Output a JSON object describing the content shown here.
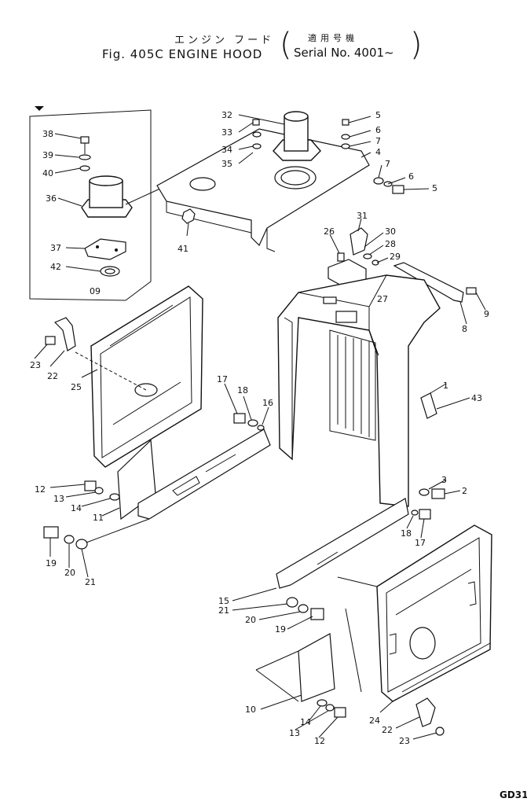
{
  "header": {
    "title_jp": "エンジン フード",
    "title": "Fig. 405C  ENGINE HOOD",
    "serial_jp": "適用号機",
    "serial": "Serial No. 4001~",
    "paren_open": "(",
    "paren_close": ")"
  },
  "footer": {
    "code": "GD31"
  },
  "callouts": [
    {
      "id": "c38",
      "label": "38"
    },
    {
      "id": "c39",
      "label": "39"
    },
    {
      "id": "c40",
      "label": "40"
    },
    {
      "id": "c36",
      "label": "36"
    },
    {
      "id": "c37",
      "label": "37"
    },
    {
      "id": "c42",
      "label": "42"
    },
    {
      "id": "c41",
      "label": "41"
    },
    {
      "id": "c32",
      "label": "32"
    },
    {
      "id": "c33",
      "label": "33"
    },
    {
      "id": "c34",
      "label": "34"
    },
    {
      "id": "c35",
      "label": "35"
    },
    {
      "id": "c5a",
      "label": "5"
    },
    {
      "id": "c6a",
      "label": "6"
    },
    {
      "id": "c7a",
      "label": "7"
    },
    {
      "id": "c4",
      "label": "4"
    },
    {
      "id": "c7b",
      "label": "7"
    },
    {
      "id": "c6b",
      "label": "6"
    },
    {
      "id": "c5b",
      "label": "5"
    },
    {
      "id": "c31",
      "label": "31"
    },
    {
      "id": "c26",
      "label": "26"
    },
    {
      "id": "c30",
      "label": "30"
    },
    {
      "id": "c28",
      "label": "28"
    },
    {
      "id": "c29",
      "label": "29"
    },
    {
      "id": "c27",
      "label": "27"
    },
    {
      "id": "c9",
      "label": "9"
    },
    {
      "id": "c8",
      "label": "8"
    },
    {
      "id": "c23a",
      "label": "23"
    },
    {
      "id": "c22a",
      "label": "22"
    },
    {
      "id": "c25",
      "label": "25"
    },
    {
      "id": "c17a",
      "label": "17"
    },
    {
      "id": "c18a",
      "label": "18"
    },
    {
      "id": "c16",
      "label": "16"
    },
    {
      "id": "c1",
      "label": "1"
    },
    {
      "id": "c43",
      "label": "43"
    },
    {
      "id": "c12a",
      "label": "12"
    },
    {
      "id": "c13a",
      "label": "13"
    },
    {
      "id": "c14a",
      "label": "14"
    },
    {
      "id": "c11",
      "label": "11"
    },
    {
      "id": "c3",
      "label": "3"
    },
    {
      "id": "c2",
      "label": "2"
    },
    {
      "id": "c19a",
      "label": "19"
    },
    {
      "id": "c20a",
      "label": "20"
    },
    {
      "id": "c21a",
      "label": "21"
    },
    {
      "id": "c18b",
      "label": "18"
    },
    {
      "id": "c17b",
      "label": "17"
    },
    {
      "id": "c15",
      "label": "15"
    },
    {
      "id": "c21b",
      "label": "21"
    },
    {
      "id": "c20b",
      "label": "20"
    },
    {
      "id": "c19b",
      "label": "19"
    },
    {
      "id": "c10",
      "label": "10"
    },
    {
      "id": "c14b",
      "label": "14"
    },
    {
      "id": "c13b",
      "label": "13"
    },
    {
      "id": "c12b",
      "label": "12"
    },
    {
      "id": "c24",
      "label": "24"
    },
    {
      "id": "c22b",
      "label": "22"
    },
    {
      "id": "c23b",
      "label": "23"
    },
    {
      "id": "c09",
      "label": "09"
    }
  ]
}
